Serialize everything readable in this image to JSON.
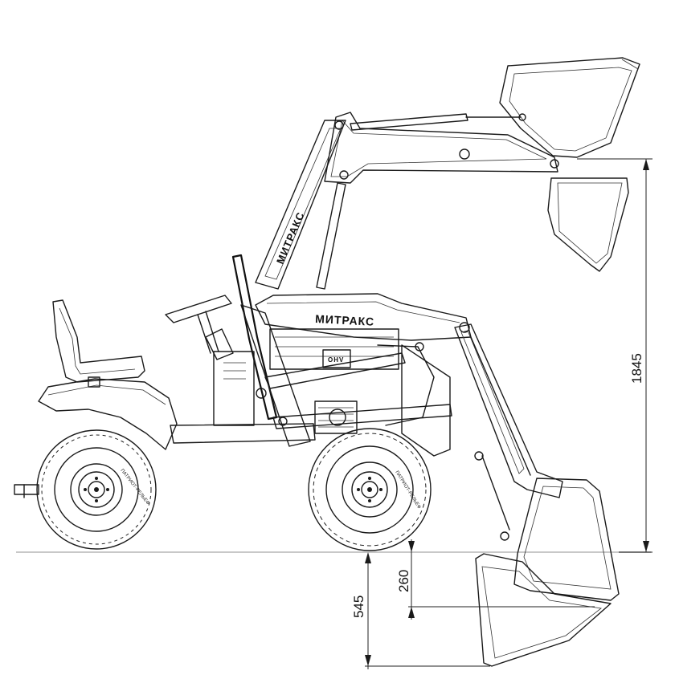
{
  "brand": {
    "boom_logo": "МИТРАКС",
    "hood_logo": "МИТРАКС",
    "engine_badge": "OHV",
    "tire_text": "ПАТРИОТ-РЕЛЬЕФ"
  },
  "dimensions": {
    "max_lift_height": "1845",
    "dig_depth": "260",
    "bucket_lower_depth": "545"
  },
  "colors": {
    "line": "#1a1a1a",
    "ground": "#c8c8c8",
    "background": "#ffffff"
  }
}
